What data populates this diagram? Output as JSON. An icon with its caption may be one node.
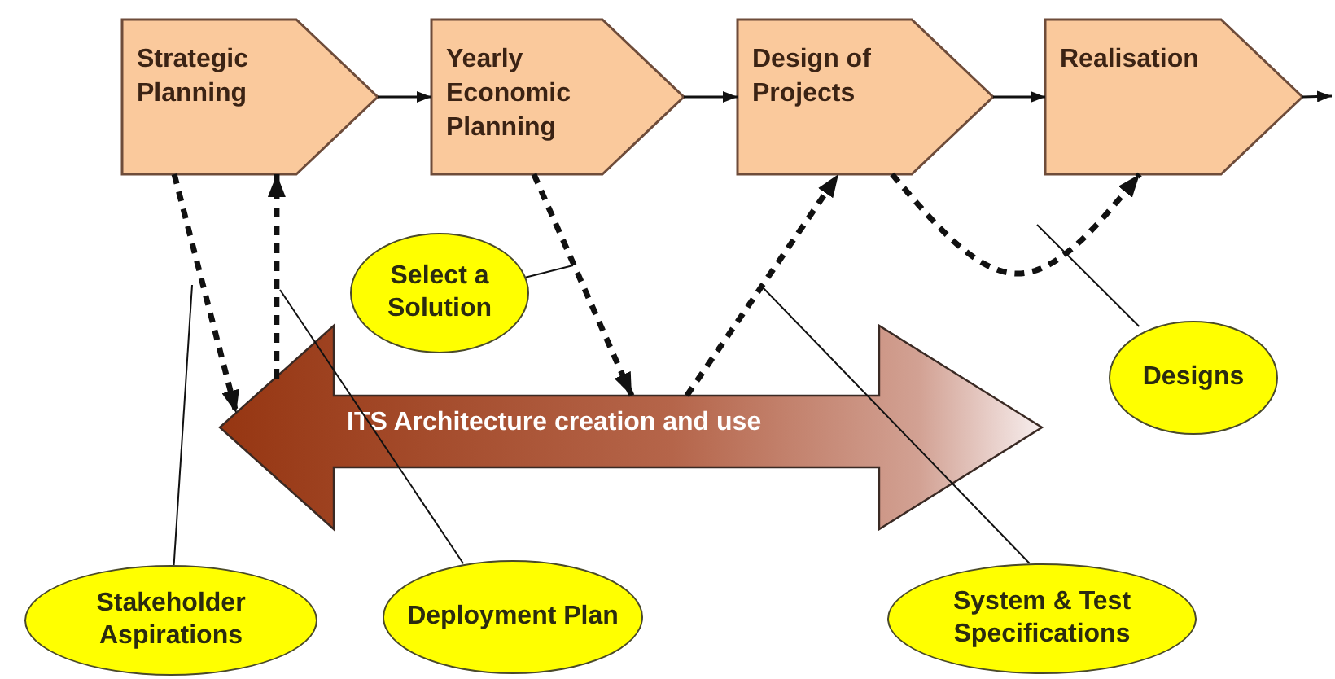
{
  "diagram": {
    "nodes": [
      {
        "text": [
          "Strategic Planning"
        ]
      },
      {
        "text": [
          "Yearly Economic Planning"
        ]
      },
      {
        "text": [
          "Design of Projects"
        ]
      },
      {
        "text": [
          "Realisation"
        ]
      },
      {
        "text": [
          "Select a Solution"
        ]
      },
      {
        "text": [
          "Designs"
        ]
      },
      {
        "text": [
          "ITS Architecture creation and use"
        ]
      },
      {
        "text": [
          "Stakeholder Aspirations"
        ]
      },
      {
        "text": [
          "Deployment Plan"
        ]
      },
      {
        "text": [
          "System & Test Specifications"
        ]
      }
    ],
    "edges": [
      {
        "from": 0,
        "to": 1,
        "arrow": "to"
      },
      {
        "from": 1,
        "to": 2,
        "arrow": "to"
      },
      {
        "from": 2,
        "to": 3,
        "arrow": "to"
      },
      {
        "from": 3,
        "to": null,
        "arrow": "to"
      },
      {
        "from": 0,
        "to": 6,
        "arrow": "to",
        "style": "dashed"
      },
      {
        "from": 6,
        "to": 0,
        "arrow": "to",
        "style": "dashed"
      },
      {
        "from": 1,
        "to": 6,
        "arrow": "to",
        "style": "dashed"
      },
      {
        "from": 6,
        "to": 2,
        "arrow": "to",
        "style": "dashed"
      },
      {
        "from": 2,
        "to": 3,
        "arrow": "to",
        "style": "dashed"
      },
      {
        "from": 4,
        "to": null,
        "arrow": "none"
      },
      {
        "from": 5,
        "to": null,
        "arrow": "none"
      },
      {
        "from": 7,
        "to": null,
        "arrow": "none"
      },
      {
        "from": 8,
        "to": null,
        "arrow": "none"
      },
      {
        "from": 9,
        "to": null,
        "arrow": "none"
      }
    ]
  }
}
